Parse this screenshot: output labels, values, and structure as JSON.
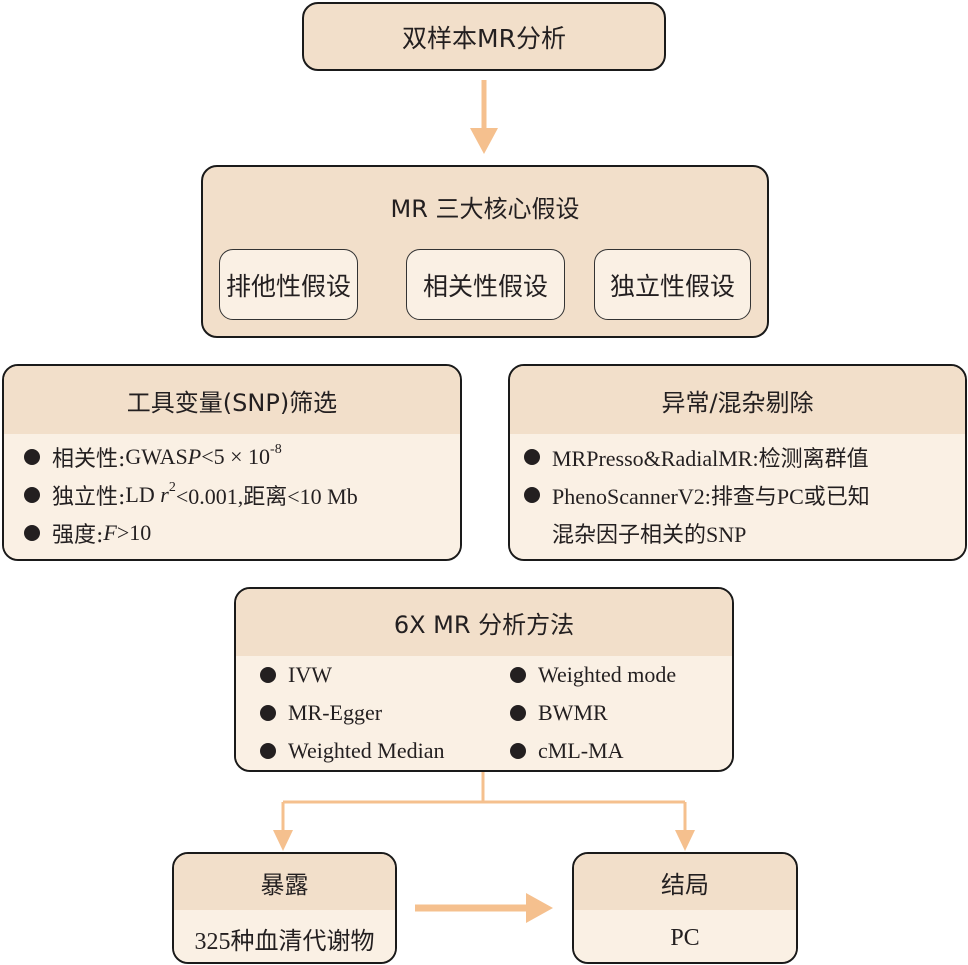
{
  "title_box": {
    "label": "双样本MR分析"
  },
  "assumptions": {
    "title": "MR 三大核心假设",
    "items": [
      "排他性假设",
      "相关性假设",
      "独立性假设"
    ]
  },
  "snp_selection": {
    "title": "工具变量(SNP)筛选",
    "items": [
      {
        "label": "相关性:",
        "text": "GWAS ",
        "italic": "P",
        "rest": "<5 × 10",
        "sup": "-8"
      },
      {
        "label": "独立性:",
        "text": "LD ",
        "italic": "r",
        "sup": "2",
        "rest": "<0.001,距离<10 Mb"
      },
      {
        "label": "强度:",
        "italic": "F",
        "rest": ">10"
      }
    ]
  },
  "confounder_removal": {
    "title": "异常/混杂剔除",
    "items": [
      "MRPresso&RadialMR:检测离群值",
      "PhenoScannerV2:排查与PC或已知"
    ],
    "continuation": "混杂因子相关的SNP"
  },
  "methods": {
    "title": "6X MR 分析方法",
    "left": [
      "IVW",
      "MR-Egger",
      "Weighted Median"
    ],
    "right": [
      "Weighted mode",
      "BWMR",
      "cML-MA"
    ]
  },
  "exposure": {
    "title": "暴露",
    "value": "325种血清代谢物"
  },
  "outcome": {
    "title": "结局",
    "value": "PC"
  },
  "colors": {
    "arrow": "#f5c08e",
    "header": "#f2dfca",
    "body": "#faf0e4",
    "border": "#1a1a1a"
  }
}
